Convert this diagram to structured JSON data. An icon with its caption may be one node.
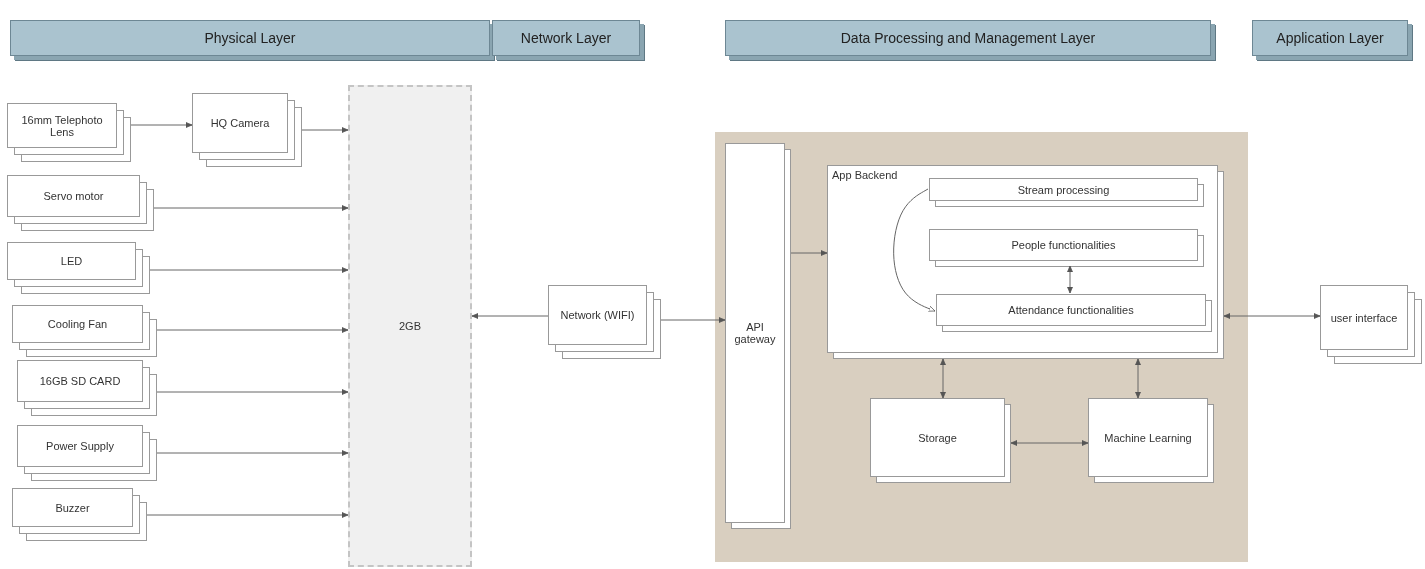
{
  "diagram": {
    "nodes": [
      {
        "text": [
          "Physical Layer"
        ]
      },
      {
        "text": [
          "Network Layer"
        ]
      },
      {
        "text": [
          "Data Processing and Management Layer"
        ]
      },
      {
        "text": [
          "Application Layer"
        ]
      },
      {
        "text": [
          "16mm Telephoto Lens"
        ]
      },
      {
        "text": [
          "HQ Camera"
        ]
      },
      {
        "text": [
          "Servo motor"
        ]
      },
      {
        "text": [
          "LED"
        ]
      },
      {
        "text": [
          "Cooling Fan"
        ]
      },
      {
        "text": [
          "16GB SD CARD"
        ]
      },
      {
        "text": [
          "Power Supply"
        ]
      },
      {
        "text": [
          "Buzzer"
        ]
      },
      {
        "text": [
          "2GB"
        ]
      },
      {
        "text": [
          "Network (WIFI)"
        ]
      },
      {
        "text": [],
        "shape": "box"
      },
      {
        "text": [
          "API gateway"
        ],
        "in": 14
      },
      {
        "text": [
          "App Backend"
        ],
        "in": 14
      },
      {
        "text": [
          "Stream processing"
        ],
        "in": 16
      },
      {
        "text": [
          "People functionalities"
        ],
        "in": 16
      },
      {
        "text": [
          "Attendance functionalities"
        ],
        "in": 16
      },
      {
        "text": [
          "Storage"
        ],
        "in": 14
      },
      {
        "text": [
          "Machine Learning"
        ],
        "in": 14
      },
      {
        "text": [
          "user interface"
        ]
      }
    ],
    "edges": [
      {
        "from": 4,
        "to": 5,
        "arrow": "to"
      },
      {
        "from": 5,
        "to": 12,
        "arrow": "to"
      },
      {
        "from": 6,
        "to": 12,
        "arrow": "to"
      },
      {
        "from": 7,
        "to": 12,
        "arrow": "to"
      },
      {
        "from": 8,
        "to": 12,
        "arrow": "to"
      },
      {
        "from": 9,
        "to": 12,
        "arrow": "to"
      },
      {
        "from": 10,
        "to": 12,
        "arrow": "to"
      },
      {
        "from": 11,
        "to": 12,
        "arrow": "to"
      },
      {
        "from": 13,
        "to": 12,
        "arrow": "to"
      },
      {
        "from": 13,
        "to": 15,
        "arrow": "to"
      },
      {
        "from": 15,
        "to": 16,
        "arrow": "to"
      },
      {
        "from": 17,
        "to": 19,
        "arrow": "to"
      },
      {
        "from": 18,
        "to": 19,
        "arrow": "both"
      },
      {
        "from": 16,
        "to": 20,
        "arrow": "both"
      },
      {
        "from": 16,
        "to": 21,
        "arrow": "both"
      },
      {
        "from": 20,
        "to": 21,
        "arrow": "both"
      },
      {
        "from": 16,
        "to": 22,
        "arrow": "both"
      }
    ]
  }
}
